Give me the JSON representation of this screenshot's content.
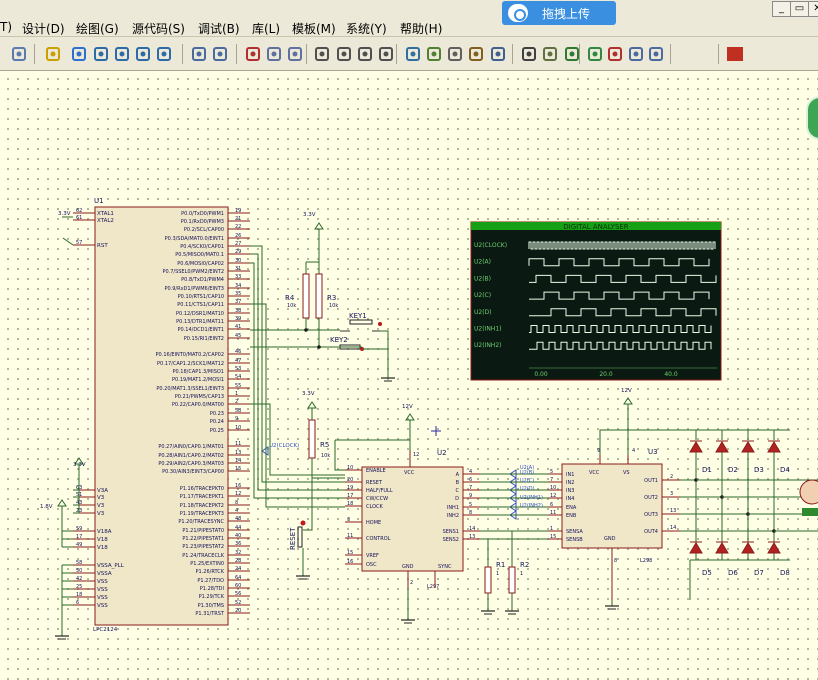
{
  "menu": {
    "items": [
      "T)",
      "设计(D)",
      "绘图(G)",
      "源代码(S)",
      "调试(B)",
      "库(L)",
      "模板(M)",
      "系统(Y)",
      "帮助(H)"
    ]
  },
  "upload_button": {
    "label": "拖拽上传",
    "icon": "cloud-upload-icon"
  },
  "window_controls": [
    "_",
    "▭",
    "✕"
  ],
  "toolbar_icons": [
    "grid-icon",
    "origin-icon",
    "pan-icon",
    "zoom-in-icon",
    "zoom-out-icon",
    "zoom-all-icon",
    "zoom-area-icon",
    "undo-icon",
    "redo-icon",
    "cut-icon",
    "copy-icon",
    "paste-icon",
    "block-copy-icon",
    "block-move-icon",
    "block-rotate-icon",
    "block-delete-icon",
    "pick-device-icon",
    "make-device-icon",
    "package-icon",
    "decompose-icon",
    "wire-autorouter-icon",
    "search-icon",
    "property-tool-icon",
    "netlist-icon",
    "new-sheet-icon",
    "remove-sheet-icon",
    "bom-icon",
    "erc-icon",
    "ares-icon"
  ],
  "schematic": {
    "u1": {
      "ref": "U1",
      "part": "LPC2124",
      "left_pins": [
        {
          "num": "62",
          "name": "XTAL1"
        },
        {
          "num": "61",
          "name": "XTAL2"
        },
        {
          "num": "57",
          "name": "RST"
        },
        {
          "num": "63",
          "name": "V3A"
        },
        {
          "num": "51",
          "name": "V3"
        },
        {
          "num": "43",
          "name": "V3"
        },
        {
          "num": "23",
          "name": "V3"
        },
        {
          "num": "59",
          "name": "V18A"
        },
        {
          "num": "17",
          "name": "V18"
        },
        {
          "num": "49",
          "name": "V18"
        },
        {
          "num": "58",
          "name": "VSSA_PLL"
        },
        {
          "num": "50",
          "name": "VSSA"
        },
        {
          "num": "42",
          "name": "VSS"
        },
        {
          "num": "25",
          "name": "VSS"
        },
        {
          "num": "18",
          "name": "VSS"
        },
        {
          "num": "6",
          "name": "VSS"
        }
      ],
      "right_pins_p0": [
        {
          "name": "P0.0/TxD0/PWM1",
          "num": "19"
        },
        {
          "name": "P0.1/RxD0/PWM3",
          "num": "21"
        },
        {
          "name": "P0.2/SCL/CAP00",
          "num": "22"
        },
        {
          "name": "P0.3/SDA/MAT0.0/EINT1",
          "num": "26"
        },
        {
          "name": "P0.4/SCK0/CAP01",
          "num": "27"
        },
        {
          "name": "P0.5/MISO0/MAT0.1",
          "num": "29"
        },
        {
          "name": "P0.6/MOSI0/CAP02",
          "num": "30"
        },
        {
          "name": "P0.7/SSEL0/PWM2/EINT2",
          "num": "31"
        },
        {
          "name": "P0.8/TxD1/PWM4",
          "num": "33"
        },
        {
          "name": "P0.9/RxD1/PWM6/EINT3",
          "num": "34"
        },
        {
          "name": "P0.10/RTS1/CAP10",
          "num": "35"
        },
        {
          "name": "P0.11/CTS1/CAP11",
          "num": "37"
        },
        {
          "name": "P0.12/DSR1/MAT10",
          "num": "38"
        },
        {
          "name": "P0.13/DTR1/MAT11",
          "num": "39"
        },
        {
          "name": "P0.14/DCD1/EINT1",
          "num": "41"
        },
        {
          "name": "P0.15/RI1/EINT2",
          "num": "45"
        },
        {
          "name": "P0.16/EINT0/MAT0.2/CAP02",
          "num": "46"
        },
        {
          "name": "P0.17/CAP1.2/SCK1/MAT12",
          "num": "47"
        },
        {
          "name": "P0.18/CAP1.3/MISO1",
          "num": "53"
        },
        {
          "name": "P0.19/MAT1.2/MOSI1",
          "num": "54"
        },
        {
          "name": "P0.20/MAT1.3/SSEL1/EINT3",
          "num": "55"
        },
        {
          "name": "P0.21/PWM5/CAP13",
          "num": "1"
        },
        {
          "name": "P0.22/CAP0.0/MAT00",
          "num": "2"
        },
        {
          "name": "P0.23",
          "num": "58"
        },
        {
          "name": "P0.24",
          "num": "9"
        },
        {
          "name": "P0.25",
          "num": "10"
        },
        {
          "name": "P0.27/AIN0/CAP0.1/MAT01",
          "num": "11"
        },
        {
          "name": "P0.28/AIN1/CAP0.2/MAT02",
          "num": "13"
        },
        {
          "name": "P0.29/AIN2/CAP0.3/MAT03",
          "num": "14"
        },
        {
          "name": "P0.30/AIN3/EINT3/CAP00",
          "num": "15"
        }
      ],
      "right_pins_p1": [
        {
          "name": "P1.16/TRACEPKT0",
          "num": "16"
        },
        {
          "name": "P1.17/TRACEPKT1",
          "num": "12"
        },
        {
          "name": "P1.18/TRACEPKT2",
          "num": "8"
        },
        {
          "name": "P1.19/TRACEPKT3",
          "num": "4"
        },
        {
          "name": "P1.20/TRACESYNC",
          "num": "48"
        },
        {
          "name": "P1.21/PIPESTAT0",
          "num": "44"
        },
        {
          "name": "P1.22/PIPESTAT1",
          "num": "40"
        },
        {
          "name": "P1.23/PIPESTAT2",
          "num": "36"
        },
        {
          "name": "P1.24/TRACECLK",
          "num": "32"
        },
        {
          "name": "P1.25/EXTIN0",
          "num": "28"
        },
        {
          "name": "P1.26/RTCK",
          "num": "24"
        },
        {
          "name": "P1.27/TDO",
          "num": "64"
        },
        {
          "name": "P1.28/TDI",
          "num": "60"
        },
        {
          "name": "P1.29/TCK",
          "num": "56"
        },
        {
          "name": "P1.30/TMS",
          "num": "52"
        },
        {
          "name": "P1.31/TRST",
          "num": "20"
        }
      ],
      "supply_labels": [
        "3.3V",
        "3.3V",
        "1.8V"
      ]
    },
    "power": {
      "v33": "3.3V",
      "v12": "12V"
    },
    "r4": {
      "ref": "R4",
      "value": "10k"
    },
    "r3": {
      "ref": "R3",
      "value": "10k"
    },
    "r5": {
      "ref": "R5",
      "value": "10k"
    },
    "r1": {
      "ref": "R1",
      "value": "1"
    },
    "r2": {
      "ref": "R2",
      "value": "1"
    },
    "key1": "KEY1",
    "key2": "KEY2",
    "reset": "RESET",
    "clock_probe": "U2(CLOCK)",
    "u2": {
      "ref": "U2",
      "part": "L297",
      "left_pins": [
        {
          "num": "10",
          "name": "ENABLE"
        },
        {
          "num": "20",
          "name": "RESET"
        },
        {
          "num": "19",
          "name": "HALF/FULL"
        },
        {
          "num": "17",
          "name": "CW/CCW"
        },
        {
          "num": "18",
          "name": "CLOCK"
        },
        {
          "num": "3",
          "name": "HOME"
        },
        {
          "num": "11",
          "name": "CONTROL"
        },
        {
          "num": "15",
          "name": "VREF"
        },
        {
          "num": "16",
          "name": "OSC"
        }
      ],
      "top_pins": [
        {
          "num": "12",
          "name": "VCC"
        }
      ],
      "right_pins": [
        {
          "num": "4",
          "name": "A"
        },
        {
          "num": "6",
          "name": "B"
        },
        {
          "num": "7",
          "name": "C"
        },
        {
          "num": "9",
          "name": "D"
        },
        {
          "num": "5",
          "name": "INH1"
        },
        {
          "num": "8",
          "name": "INH2"
        },
        {
          "num": "14",
          "name": "SENS1"
        },
        {
          "num": "13",
          "name": "SENS2"
        }
      ],
      "bottom_pins": [
        {
          "num": "2",
          "name": "GND"
        },
        {
          "num": "1",
          "name": "SYNC"
        }
      ]
    },
    "u2_net_labels": [
      "U2(A)",
      "U2(B)",
      "U2(C)",
      "U2(D)",
      "U2(INH1)",
      "U2(INH2)"
    ],
    "u3": {
      "ref": "U3",
      "part": "L298",
      "left_pins": [
        {
          "num": "5",
          "name": "IN1"
        },
        {
          "num": "7",
          "name": "IN2"
        },
        {
          "num": "10",
          "name": "IN3"
        },
        {
          "num": "12",
          "name": "IN4"
        },
        {
          "num": "6",
          "name": "ENA"
        },
        {
          "num": "11",
          "name": "ENB"
        },
        {
          "num": "1",
          "name": "SENSA"
        },
        {
          "num": "15",
          "name": "SENSB"
        }
      ],
      "top_pins": [
        {
          "num": "9",
          "name": "VCC"
        },
        {
          "num": "4",
          "name": "VS"
        }
      ],
      "right_pins": [
        {
          "num": "2",
          "name": "OUT1"
        },
        {
          "num": "3",
          "name": "OUT2"
        },
        {
          "num": "13",
          "name": "OUT3"
        },
        {
          "num": "14",
          "name": "OUT4"
        }
      ],
      "bottom_pins": [
        {
          "num": "8",
          "name": "GND"
        }
      ]
    },
    "diodes_top": [
      "D1",
      "D2",
      "D3",
      "D4"
    ],
    "diodes_bottom": [
      "D5",
      "D6",
      "D7",
      "D8"
    ],
    "analyzer": {
      "title": "DIGITAL ANALYSER",
      "channels": [
        "U2(CLOCK)",
        "U2(A)",
        "U2(B)",
        "U2(C)",
        "U2(D)",
        "U2(INH1)",
        "U2(INH2)"
      ],
      "time_ticks": [
        "0.00",
        "20.0",
        "40.0"
      ]
    }
  }
}
